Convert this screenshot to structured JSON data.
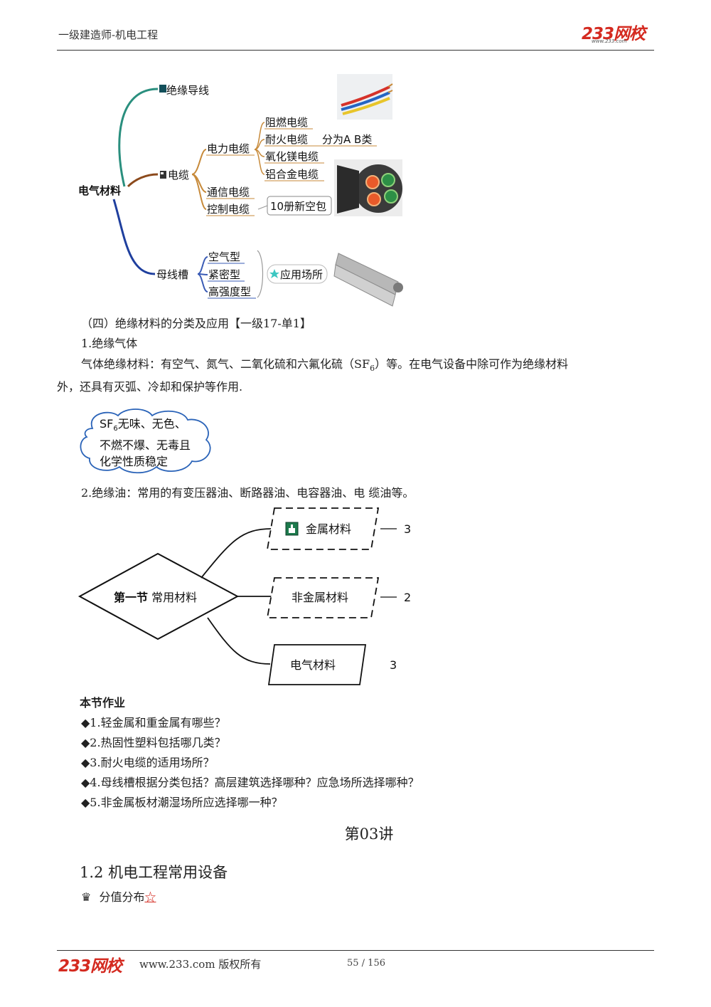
{
  "header": {
    "title": "一级建造师-机电工程",
    "logo": "233网校",
    "logo_url": "www.233.com"
  },
  "mindmap1": {
    "root": "电气材料",
    "insulated_wire": "绝缘导线",
    "cable": "电缆",
    "power_cable": "电力电缆",
    "power_types": [
      "阻燃电缆",
      "耐火电缆",
      "氧化镁电缆",
      "铝合金电缆"
    ],
    "fire_note": "分为A B类",
    "comm_cable": "通信电缆",
    "control_cable": "控制电缆",
    "control_note": "10册新空包",
    "busway": "母线槽",
    "busway_types": [
      "空气型",
      "紧密型",
      "高强度型"
    ],
    "busway_note": "应用场所"
  },
  "section4": {
    "heading": "（四）绝缘材料的分类及应用【一级17-单1】",
    "item1": "1.绝缘气体",
    "para_a": "气体绝缘材料：有空气、氮气、二氧化硫和六氟化硫（SF",
    "para_sub": "6",
    "para_b": "）等。在电气设备中除可作为绝缘材料",
    "para_line2": "外，还具有灭弧、冷却和保护等作用.",
    "cloud": {
      "l1a": "SF",
      "l1sub": "6",
      "l1b": "无味、无色、",
      "l2": "不燃不爆、无毒且",
      "l3": "化学性质稳定"
    },
    "item2": "2.绝缘油：常用的有变压器油、断路器油、电容器油、电 缆油等。"
  },
  "mindmap2": {
    "root_bold": "第一节",
    "root_rest": " 常用材料",
    "branches": [
      {
        "label": "金属材料",
        "count": "3"
      },
      {
        "label": "非金属材料",
        "count": "2"
      },
      {
        "label": "电气材料",
        "count": "3"
      }
    ]
  },
  "homework": {
    "title": "本节作业",
    "items": [
      "◆1.轻金属和重金属有哪些？",
      "◆2.热固性塑料包括哪几类？",
      "◆3.耐火电缆的适用场所？",
      "◆4.母线槽根据分类包括？高层建筑选择哪种？应急场所选择哪种？",
      "◆5.非金属板材潮湿场所应选择哪一种？"
    ]
  },
  "lecture": "第03讲",
  "section_1_2": "1.2 机电工程常用设备",
  "score": {
    "icon": "♛",
    "label": "分值分布",
    "star": "☆"
  },
  "footer": {
    "logo": "233网校",
    "text": "www.233.com 版权所有",
    "page": "55 / 156"
  }
}
